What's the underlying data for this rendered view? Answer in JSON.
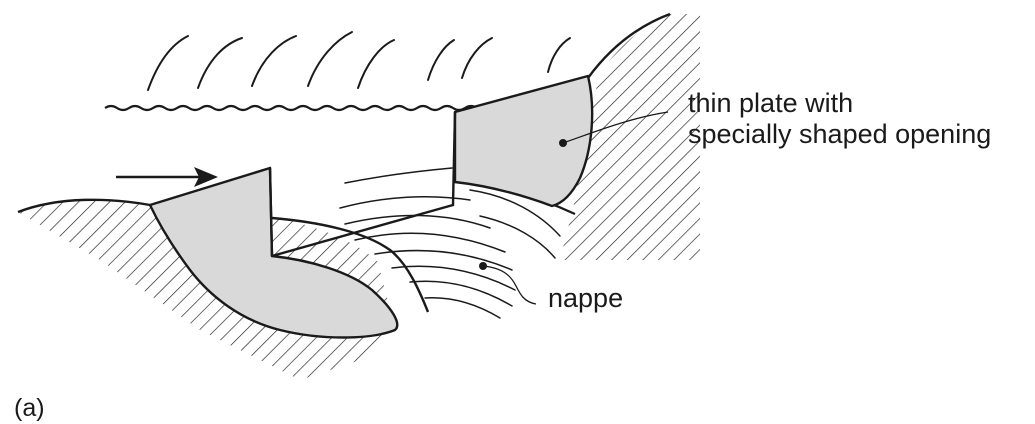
{
  "figure": {
    "part_label": "(a)",
    "labels": {
      "plate_line1": "thin plate with",
      "plate_line2": "specially shaped opening",
      "nappe": "nappe"
    },
    "colors": {
      "ink": "#1a1a1a",
      "plate_fill": "#d9d9d9",
      "background": "#ffffff"
    },
    "icons": [
      "flow-direction-arrow-icon"
    ]
  }
}
